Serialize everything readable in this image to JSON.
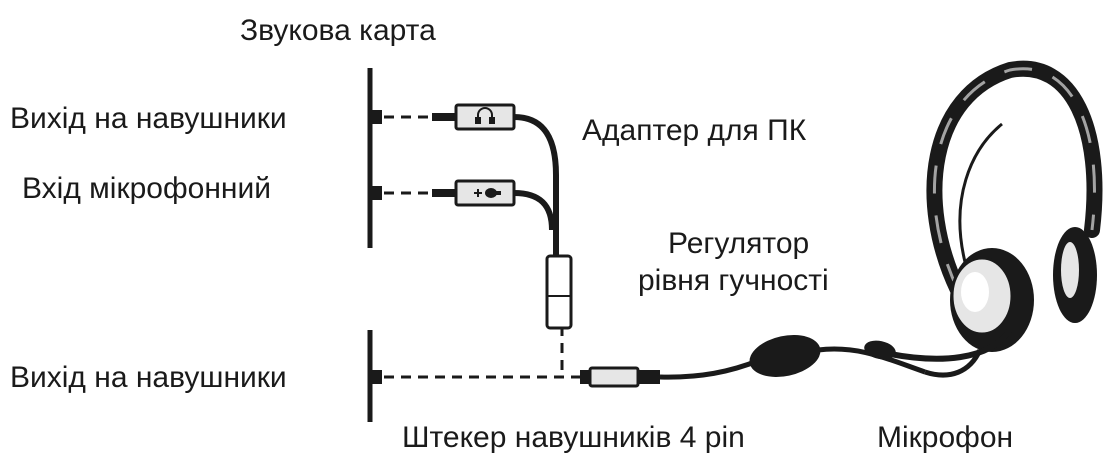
{
  "labels": {
    "sound_card": "Звукова карта",
    "headphone_out_top": "Вихід на навушники",
    "mic_in": "Вхід мікрофонний",
    "adapter": "Адаптер для ПК",
    "volume_control_line1": "Регулятор",
    "volume_control_line2": "рівня гучності",
    "headphone_out_bottom": "Вихід на навушники",
    "plug_4pin": "Штекер навушників 4 pin",
    "microphone": "Мікрофон"
  },
  "icons": {
    "headphone_jack": "headphone-symbol-icon",
    "mic_jack": "microphone-symbol-icon"
  },
  "colors": {
    "ink": "#1a1a1a",
    "background": "#ffffff",
    "light_fill": "#e6e6e6"
  }
}
